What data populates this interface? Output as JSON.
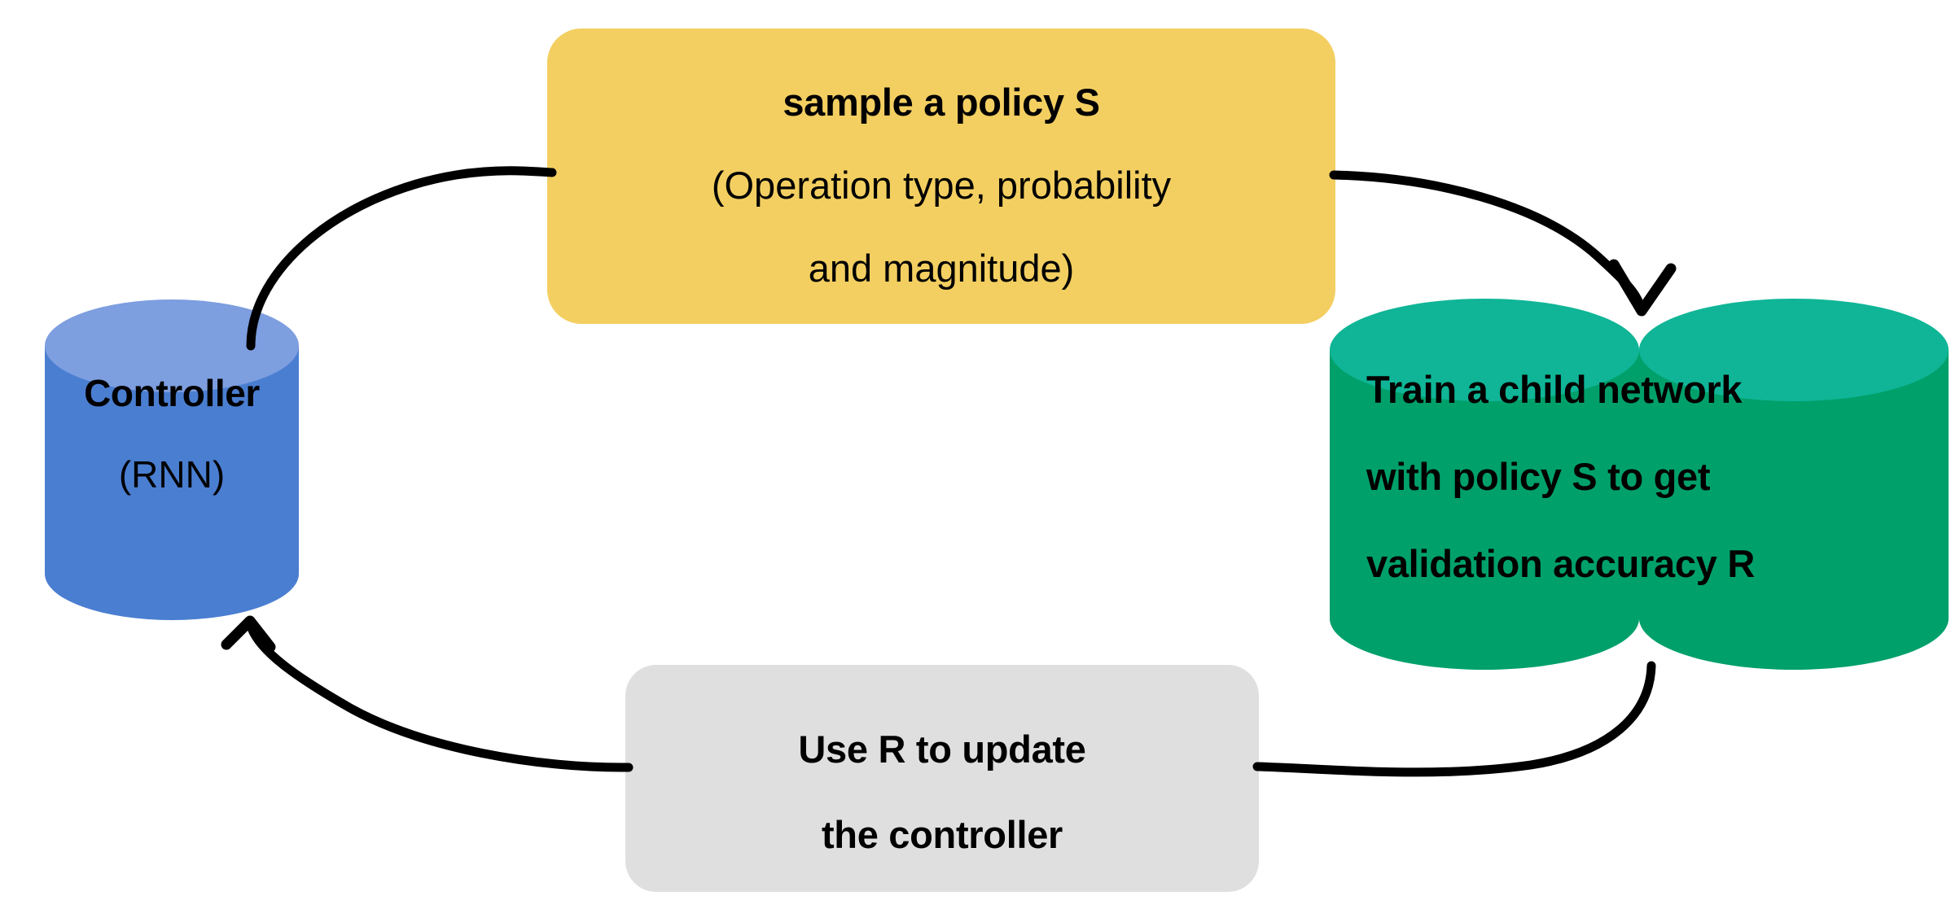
{
  "diagram": {
    "type": "cycle-flow-diagram",
    "background": "#ffffff",
    "nodes": {
      "controller": {
        "shape": "cylinder",
        "title": "Controller",
        "subtitle": "(RNN)",
        "body_color": "#4a7ed1",
        "top_color": "#7d9edf"
      },
      "policy": {
        "shape": "rounded-rect",
        "title": "sample a policy S",
        "line2": "(Operation type, probability",
        "line3": "and magnitude)",
        "fill_color": "#f3cf61"
      },
      "train": {
        "shape": "cylinder",
        "line1": "Train a child network",
        "line2": "with policy S to get",
        "line3": "validation accuracy R",
        "body_color": "#00a06b",
        "top_color": "#0fb596"
      },
      "update": {
        "shape": "rounded-rect",
        "line1": "Use R to update",
        "line2": "the controller",
        "fill_color": "#dfdfdf"
      }
    },
    "edges": [
      {
        "name": "controller-to-policy",
        "from": "controller",
        "to": "policy",
        "arrowhead": "none",
        "color": "#000000"
      },
      {
        "name": "policy-to-train",
        "from": "policy",
        "to": "train",
        "arrowhead": "open-v",
        "color": "#000000"
      },
      {
        "name": "train-to-update",
        "from": "train",
        "to": "update",
        "arrowhead": "none",
        "color": "#000000"
      },
      {
        "name": "update-to-controller",
        "from": "update",
        "to": "controller",
        "arrowhead": "open-v",
        "color": "#000000"
      }
    ]
  }
}
